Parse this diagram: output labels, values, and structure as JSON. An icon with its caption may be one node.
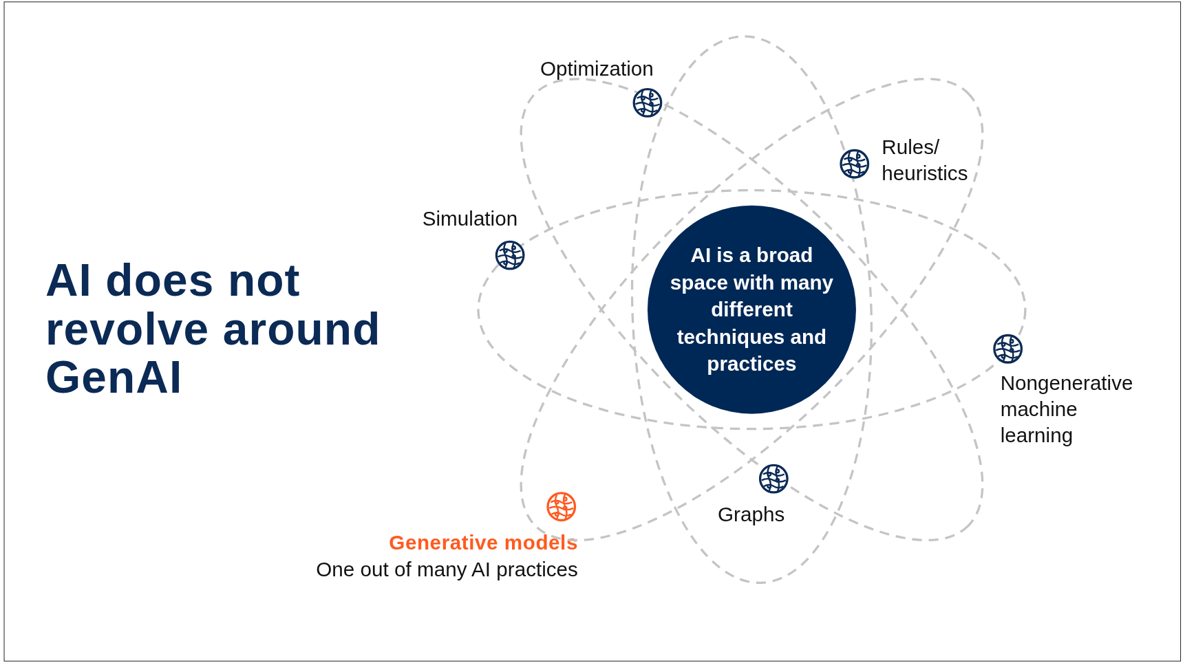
{
  "diagram": {
    "title": "AI does not revolve around GenAI",
    "nodes": [
      {
        "text": [
          "AI is a broad space with many different techniques and practices"
        ]
      },
      {
        "text": [],
        "shape": "circle",
        "beside": [
          "Optimization"
        ]
      },
      {
        "text": [],
        "shape": "circle",
        "beside": [
          "Rules/ heuristics"
        ]
      },
      {
        "text": [],
        "shape": "circle",
        "beside": [
          "Simulation"
        ]
      },
      {
        "text": [],
        "shape": "circle",
        "beside": [
          "Nongenerative machine learning"
        ]
      },
      {
        "text": [],
        "shape": "circle",
        "beside": [
          "Graphs"
        ]
      },
      {
        "text": [],
        "shape": "circle",
        "beside": [
          "Generative models",
          "One out of many AI practices"
        ]
      }
    ],
    "edges": []
  }
}
